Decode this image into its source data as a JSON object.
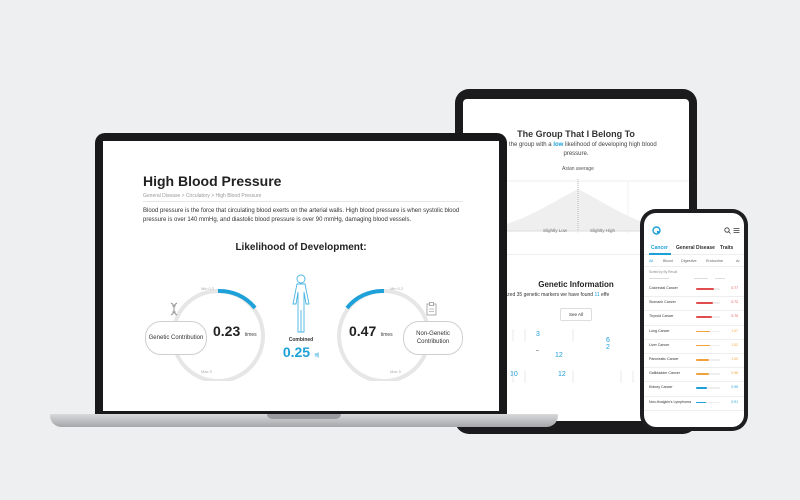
{
  "tablet": {
    "title": "The Group That I Belong To",
    "subtitle_pre": "nder the group with a ",
    "subtitle_low": "low",
    "subtitle_post": " likelihood of developing high blood",
    "subtitle_line2": "pressure.",
    "curve_label": "Asian average",
    "x_labels": [
      "Slightly Low",
      "Slightly High"
    ],
    "genetic_title": "Genetic Information",
    "genetic_text_pre": "nalyzed 35 genetic markers we have found ",
    "genetic_text_num": "11",
    "genetic_text_post": " effe",
    "see_all": "See All",
    "digits": [
      "3",
      "6",
      "2",
      "12",
      "10",
      "12"
    ],
    "accent": "#1ea0d8"
  },
  "laptop": {
    "title": "High Blood Pressure",
    "breadcrumb": "General Disease > Circulatory > High Blood Pressure",
    "description": "Blood pressure is the force that circulating blood exerts on the arterial walls. High blood pressure is when systolic blood pressure is over 140 mmHg, and diastolic blood pressure is over 90 mmHg, damaging blood vessels.",
    "likelihood_title": "Likelihood of Development:",
    "genetic_label": "Genetic Contribution",
    "genetic_value": "0.23",
    "non_genetic_label": "Non-Genetic Contribution",
    "non_genetic_value": "0.47",
    "times": "times",
    "combined_label": "Combined",
    "combined_value": "0.25",
    "combined_unit": "배",
    "min_label": "Min 0.2",
    "max_label": "Max 5",
    "accent": "#1ea0d8"
  },
  "phone": {
    "tabs": [
      "Cancer",
      "General Disease",
      "Traits"
    ],
    "subtabs": [
      "All",
      "Blood",
      "Digestive",
      "Endocrine",
      "Ar"
    ],
    "sort_label": "Sorted by By Result",
    "rows": [
      {
        "label": "Colorectal Cancer",
        "value": "0.77",
        "color": "#e24c4c",
        "fill": 0.75
      },
      {
        "label": "Stomach Cancer",
        "value": "0.72",
        "color": "#e24c4c",
        "fill": 0.7
      },
      {
        "label": "Thyroid Cancer",
        "value": "0.70",
        "color": "#e24c4c",
        "fill": 0.68
      },
      {
        "label": "Lung Cancer",
        "value": "1.07",
        "color": "#f0a23c",
        "fill": 0.6
      },
      {
        "label": "Liver Cancer",
        "value": "1.02",
        "color": "#f0a23c",
        "fill": 0.58
      },
      {
        "label": "Pancreatic Cancer",
        "value": "1.00",
        "color": "#f0a23c",
        "fill": 0.56
      },
      {
        "label": "Gallbladder Cancer",
        "value": "0.98",
        "color": "#f0a23c",
        "fill": 0.55
      },
      {
        "label": "Kidney Cancer",
        "value": "0.95",
        "color": "#1ea0d8",
        "fill": 0.45
      },
      {
        "label": "Non-Hodgkin's Lymphoma",
        "value": "0.91",
        "color": "#1ea0d8",
        "fill": 0.4
      }
    ],
    "accent": "#1ea0d8"
  }
}
